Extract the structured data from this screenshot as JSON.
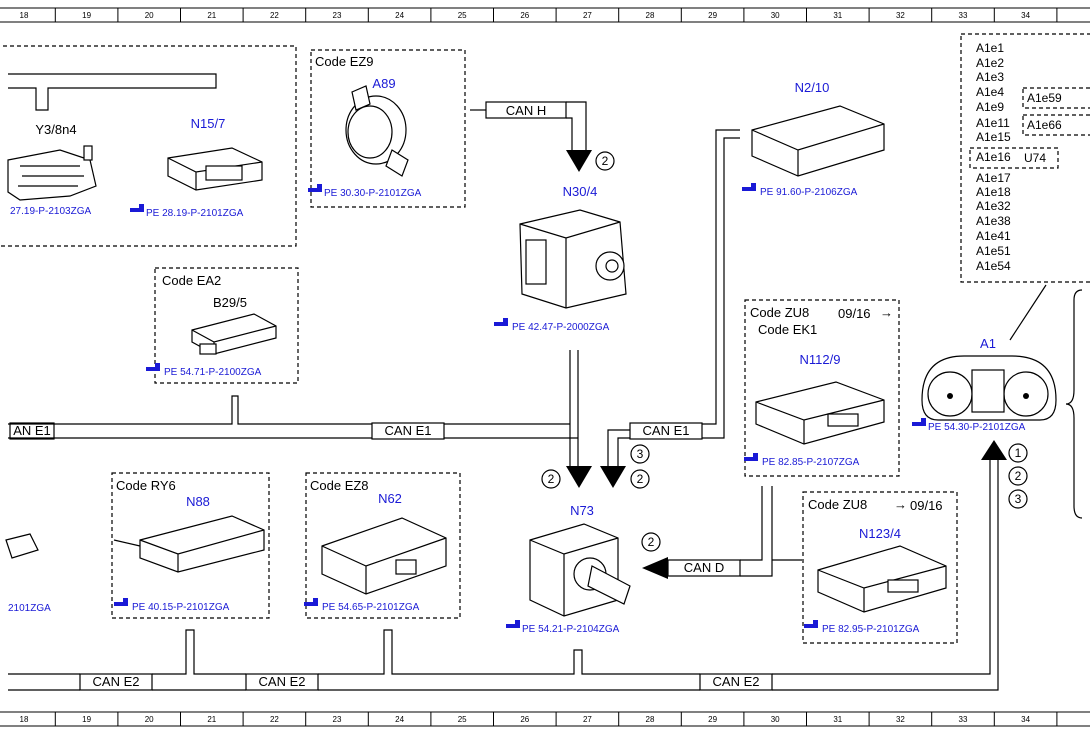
{
  "ruler": [
    "18",
    "19",
    "20",
    "21",
    "22",
    "23",
    "24",
    "25",
    "26",
    "27",
    "28",
    "29",
    "30",
    "31",
    "32",
    "33",
    "34"
  ],
  "components": {
    "y3_8n4": {
      "label": "Y3/8n4",
      "ref": "27.19-P-2103ZGA"
    },
    "n15_7": {
      "label": "N15/7",
      "ref": "PE 28.19-P-2101ZGA"
    },
    "a89": {
      "code": "Code EZ9",
      "label": "A89",
      "ref": "PE 30.30-P-2101ZGA"
    },
    "n30_4": {
      "label": "N30/4",
      "ref": "PE 42.47-P-2000ZGA"
    },
    "n2_10": {
      "label": "N2/10",
      "ref": "PE 91.60-P-2106ZGA"
    },
    "b29_5": {
      "code": "Code EA2",
      "label": "B29/5",
      "ref": "PE 54.71-P-2100ZGA"
    },
    "n112_9": {
      "code": "Code ZU8",
      "code2": "Code EK1",
      "date": "09/16",
      "label": "N112/9",
      "ref": "PE 82.85-P-2107ZGA"
    },
    "a1": {
      "label": "A1",
      "ref": "PE 54.30-P-2101ZGA"
    },
    "n88": {
      "code": "Code RY6",
      "label": "N88",
      "ref": "PE 40.15-P-2101ZGA"
    },
    "n62": {
      "code": "Code EZ8",
      "label": "N62",
      "ref": "PE 54.65-P-2101ZGA"
    },
    "n73": {
      "label": "N73",
      "ref": "PE 54.21-P-2104ZGA"
    },
    "n123_4": {
      "code": "Code ZU8",
      "date": "09/16",
      "label": "N123/4",
      "ref": "PE 82.95-P-2101ZGA"
    },
    "left_partial": {
      "ref": "2101ZGA"
    }
  },
  "buses": {
    "can_h": "CAN H",
    "can_e1_left": "AN E1",
    "can_e1_mid": "CAN E1",
    "can_e1_right": "CAN E1",
    "can_d": "CAN D",
    "can_e2_a": "CAN E2",
    "can_e2_b": "CAN E2",
    "can_e2_c": "CAN E2"
  },
  "circles": {
    "c_n30": "2",
    "c_n73_l": "2",
    "c_n73_r3": "3",
    "c_n73_r2": "2",
    "c_cand": "2",
    "c_a1_1": "1",
    "c_a1_2": "2",
    "c_a1_3": "3"
  },
  "legend": {
    "items": [
      "A1e1",
      "A1e2",
      "A1e3",
      "A1e4",
      "A1e9",
      "A1e11",
      "A1e15",
      "A1e16",
      "A1e17",
      "A1e18",
      "A1e32",
      "A1e38",
      "A1e41",
      "A1e51",
      "A1e54"
    ],
    "inset1": "A1e59",
    "inset2": "A1e66",
    "inset3_code": "U74"
  }
}
